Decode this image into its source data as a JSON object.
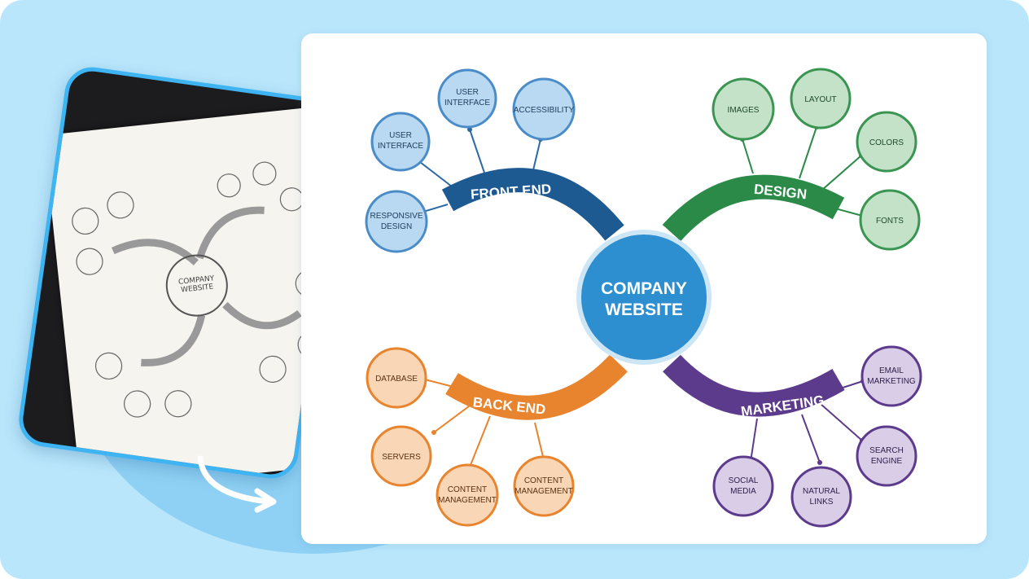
{
  "center": {
    "line1": "COMPANY",
    "line2": "WEBSITE"
  },
  "branches": {
    "front_end": "FRONT END",
    "design": "DESIGN",
    "back_end": "BACK END",
    "marketing": "MARKETING"
  },
  "nodes": {
    "user_interface_1": [
      "USER",
      "INTERFACE"
    ],
    "user_interface_2": [
      "USER",
      "INTERFACE"
    ],
    "accessibility": [
      "ACCESSIBILITY"
    ],
    "responsive_design": [
      "RESPONSIVE",
      "DESIGN"
    ],
    "images": [
      "IMAGES"
    ],
    "layout": [
      "LAYOUT"
    ],
    "colors": [
      "COLORS"
    ],
    "fonts": [
      "FONTS"
    ],
    "database": [
      "DATABASE"
    ],
    "servers": [
      "SERVERS"
    ],
    "content_management_1": [
      "CONTENT",
      "MANAGEMENT"
    ],
    "content_management_2": [
      "CONTENT",
      "MANAGEMENT"
    ],
    "email_marketing": [
      "EMAIL",
      "MARKETING"
    ],
    "search_engine": [
      "SEARCH",
      "ENGINE"
    ],
    "social_media": [
      "SOCIAL",
      "MEDIA"
    ],
    "natural_links": [
      "NATURAL",
      "LINKS"
    ]
  },
  "colors": {
    "front_end": "#1d5a91",
    "design": "#2b8a48",
    "back_end": "#e8832e",
    "marketing": "#5d3b8c",
    "center": "#2e8fd0"
  }
}
